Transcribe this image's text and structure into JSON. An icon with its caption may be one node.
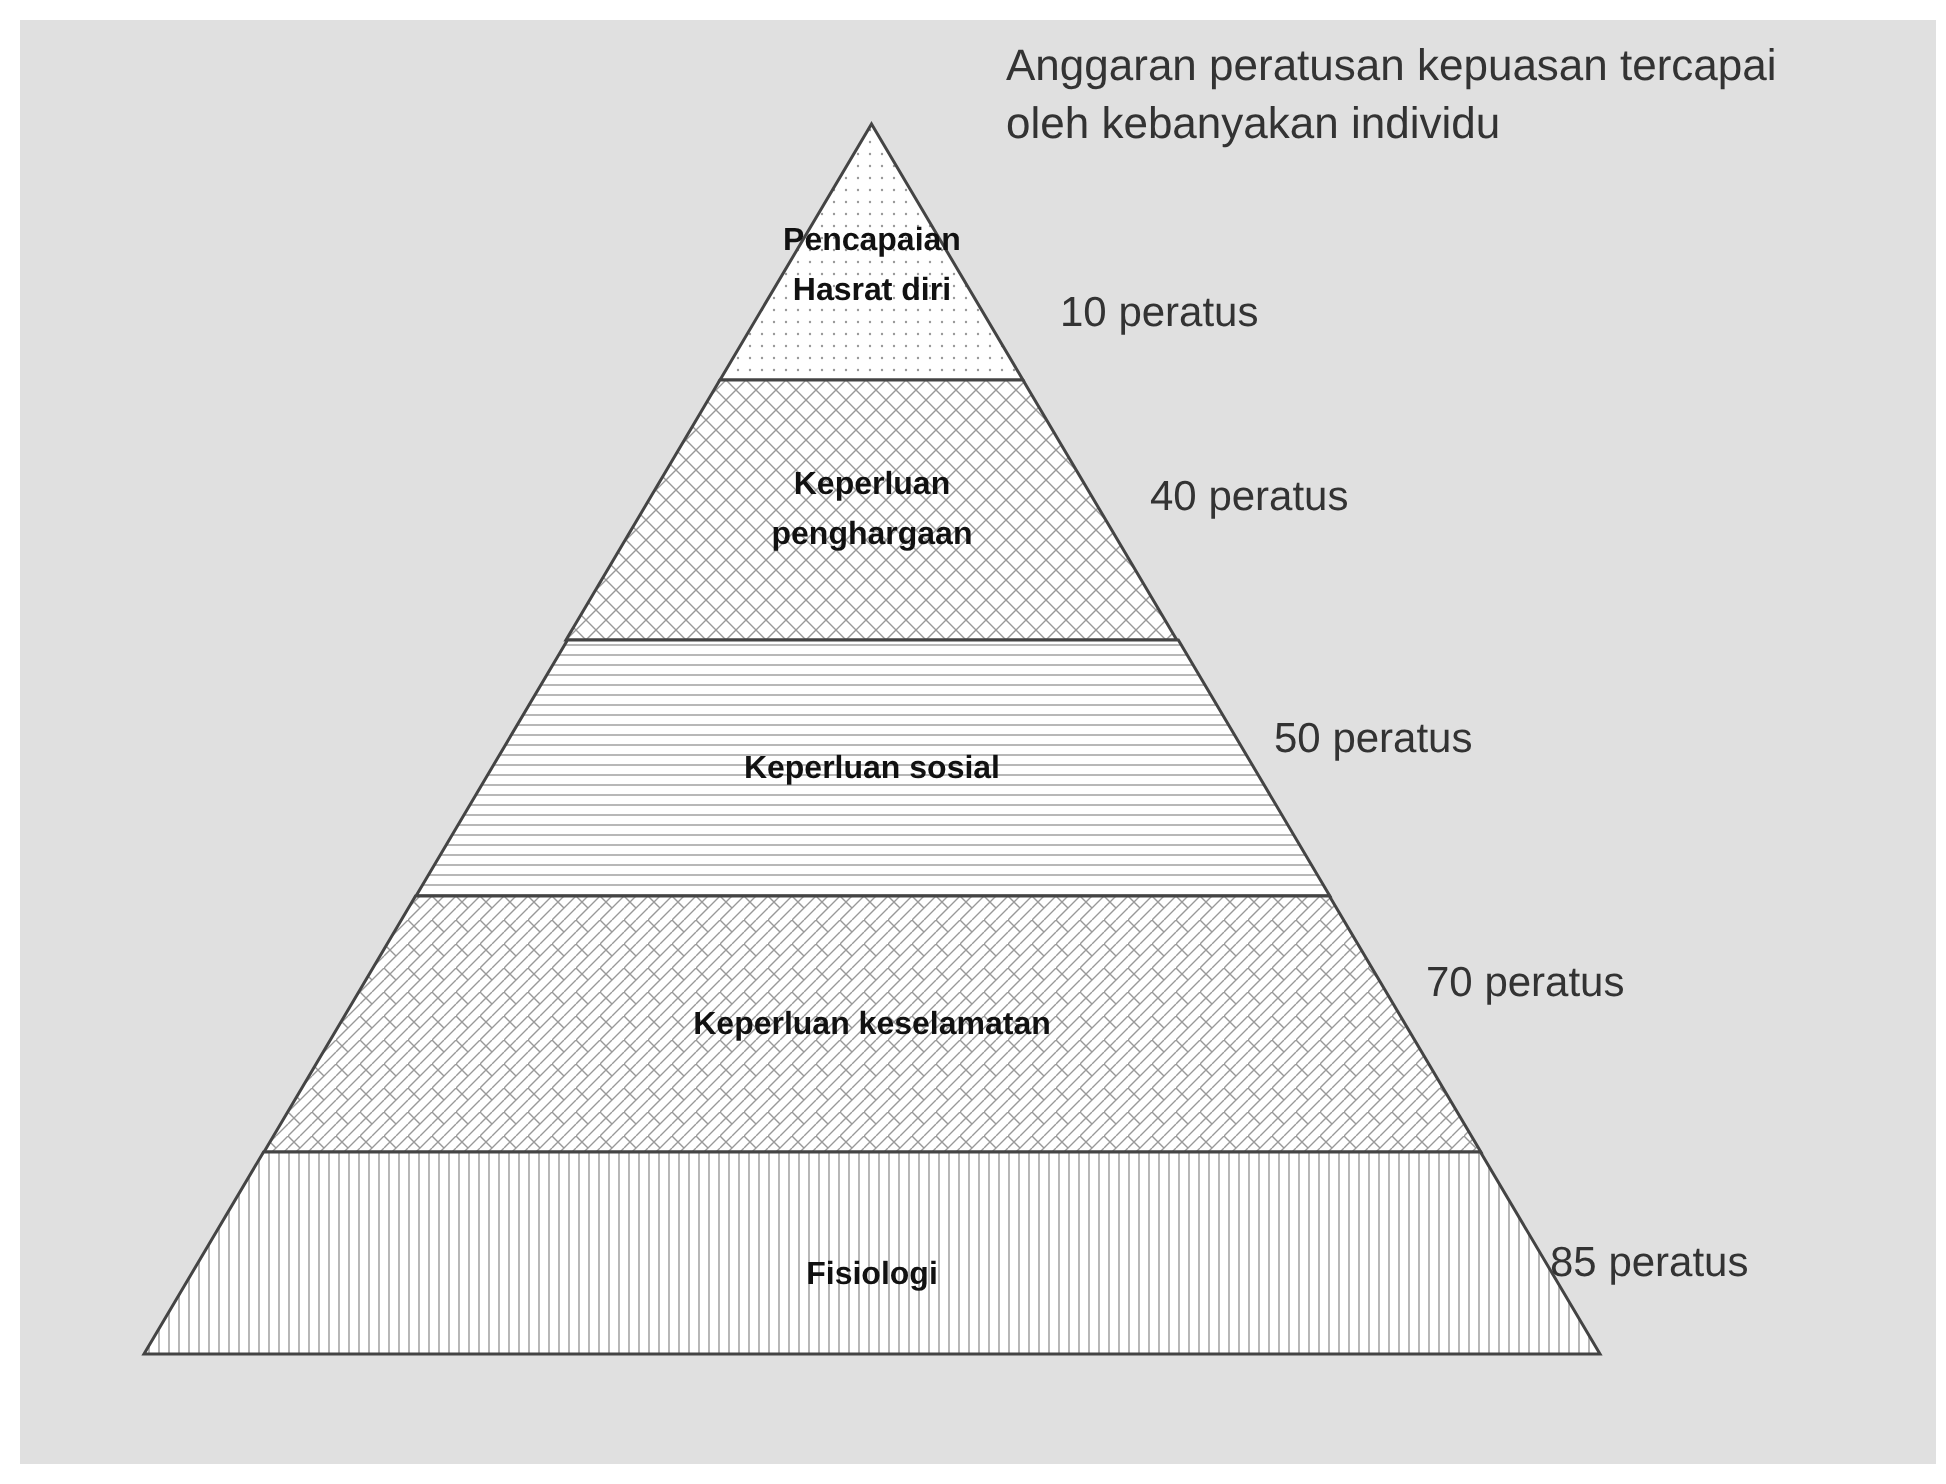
{
  "diagram": {
    "nodes": [
      {
        "text": [
          "Pencapaian Hasrat diri"
        ],
        "beside": [
          "10 peratus"
        ]
      },
      {
        "text": [
          "Keperluan penghargaan"
        ],
        "beside": [
          "40 peratus"
        ]
      },
      {
        "text": [
          "Keperluan sosial"
        ],
        "beside": [
          "50 peratus"
        ]
      },
      {
        "text": [
          "Keperluan keselamatan"
        ],
        "beside": [
          "70 peratus"
        ]
      },
      {
        "text": [
          "Fisiologi"
        ],
        "beside": [
          "85 peratus"
        ]
      }
    ],
    "labels": [
      "Anggaran peratusan kepuasan tercapai oleh kebanyakan individu"
    ]
  }
}
